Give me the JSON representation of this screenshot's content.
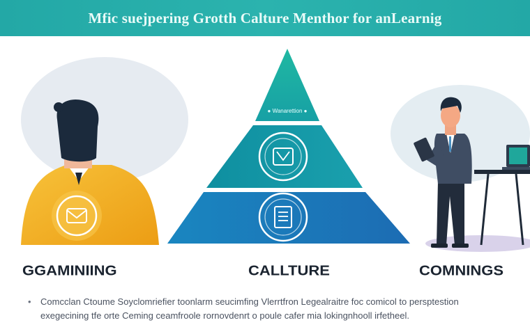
{
  "banner": {
    "title": "Mfic suejpering Grotth Calture Menthor for anLearnig"
  },
  "pyramid": {
    "tier_top_text": "● Wanarettion ●",
    "tier_mid_icon": "badge-frame-icon",
    "tier_bottom_icon": "document-icon"
  },
  "left_figure": {
    "badge_icon": "envelope-icon"
  },
  "labels": {
    "left": "GGAMINIING",
    "middle": "CALLTURE",
    "right": "COMNINGS"
  },
  "notes": {
    "line1": "Comcclan Ctoume Soyclomriefier toonlarm seucimfing Vlerrtfron Legealraitre foc comicol to persptestion",
    "line2": "exegecining tfe orte Ceming ceamfroole rornovdenrt o poule cafer mia lokingnhooll irfetheel."
  },
  "colors": {
    "banner": "#23a8a6",
    "pyramid_top": "#1bb0a0",
    "pyramid_mid": "#1693a8",
    "pyramid_bottom": "#1a6fb5",
    "sweater": "#f2ad1f",
    "suit": "#3f4d63"
  }
}
